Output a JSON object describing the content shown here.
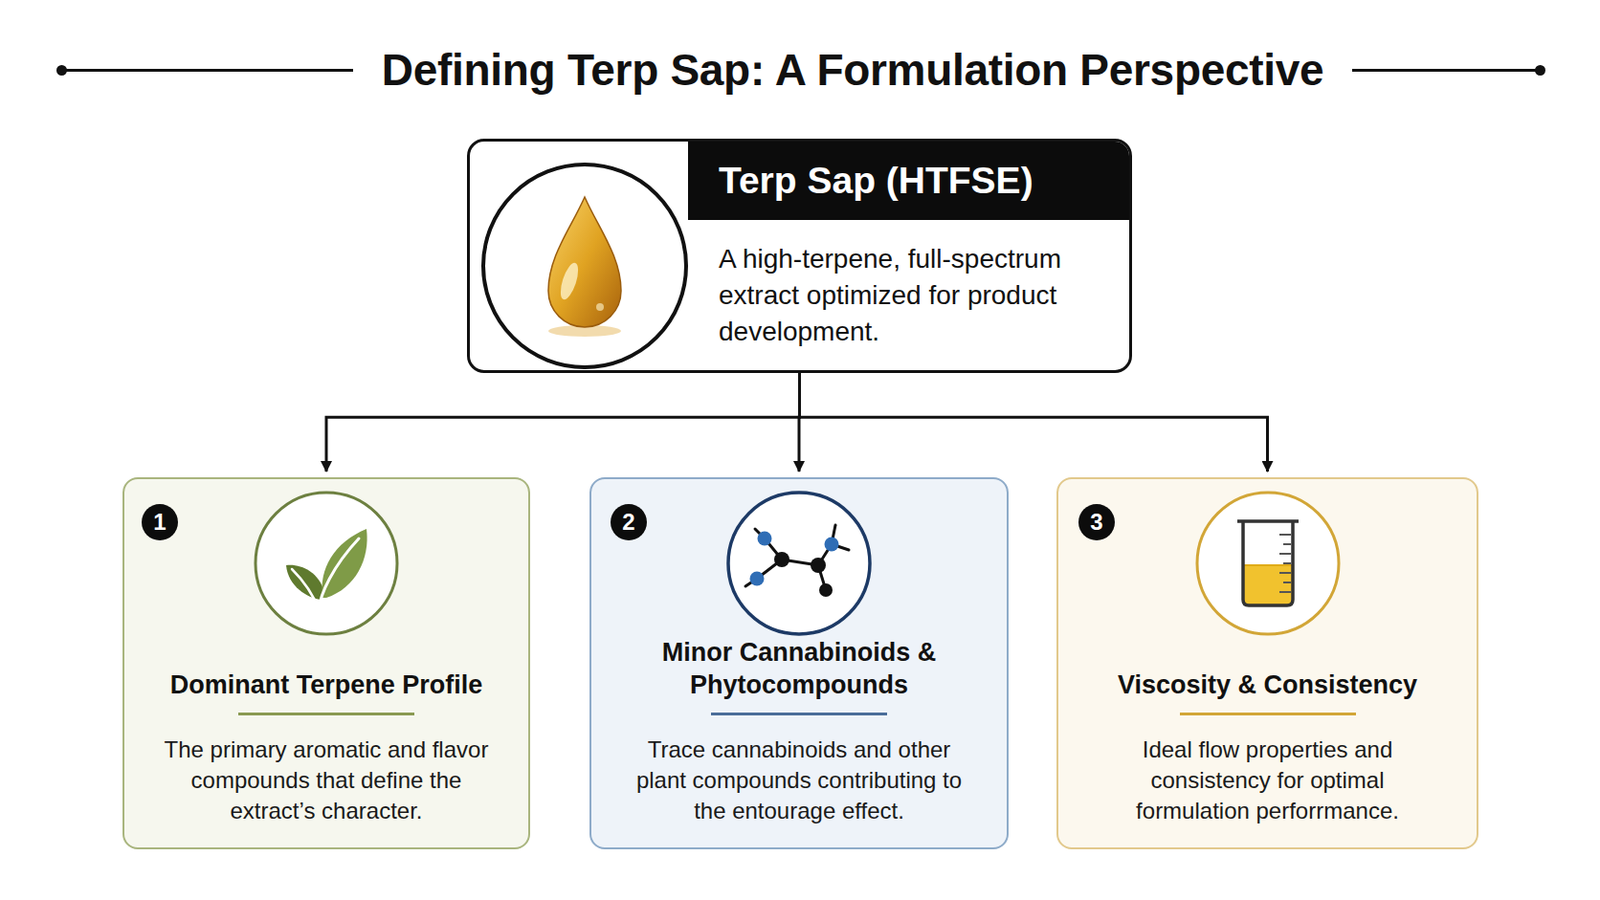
{
  "diagram": {
    "title": "Defining Terp Sap: A Formulation Perspective",
    "nodes": [
      {
        "text": [
          "Terp Sap (HTFSE)",
          "A high-terpene, full-spectrum extract optimized for product development."
        ]
      },
      {
        "text": [
          "Dominant Terpene Profile",
          "The primary aromatic and flavor compounds that define the extract’s character."
        ]
      },
      {
        "text": [
          "Minor Cannabinoids & Phytocompounds",
          "Trace cannabinoids and other plant compounds contributing to the entourage effect."
        ]
      },
      {
        "text": [
          "Viscosity & Consistency",
          "Ideal flow properties and consistency for optimal formulation perforrmance."
        ]
      }
    ],
    "edges": [
      {
        "from": 0,
        "to": 1,
        "arrow": "to"
      },
      {
        "from": 0,
        "to": 2,
        "arrow": "to"
      },
      {
        "from": 0,
        "to": 3,
        "arrow": "to"
      }
    ],
    "labels": [
      "1",
      "2",
      "3"
    ]
  }
}
